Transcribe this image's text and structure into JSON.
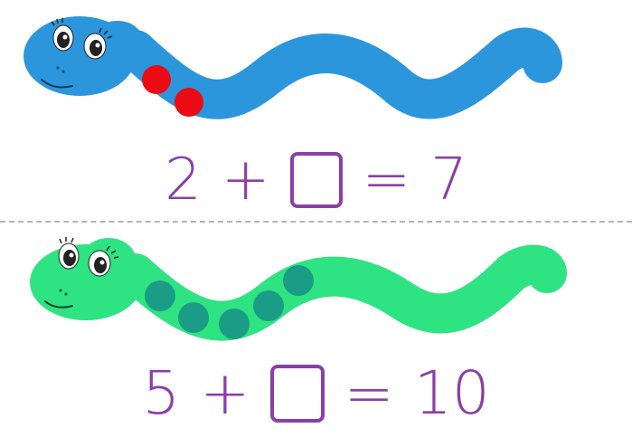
{
  "colors": {
    "blue_worm": "#2b96dc",
    "green_worm": "#2ee382",
    "red_dot": "#ec0b14",
    "teal_dot": "#1b9c86",
    "equation_purple": "#8a3fa8",
    "divider": "#b5b5b5"
  },
  "top_card": {
    "worm_color": "blue",
    "dot_count": 2,
    "equation": {
      "a": "2",
      "op": "+",
      "eq": "=",
      "result": "7"
    }
  },
  "bottom_card": {
    "worm_color": "green",
    "dot_count": 5,
    "equation": {
      "a": "5",
      "op": "+",
      "eq": "=",
      "result": "10"
    }
  }
}
